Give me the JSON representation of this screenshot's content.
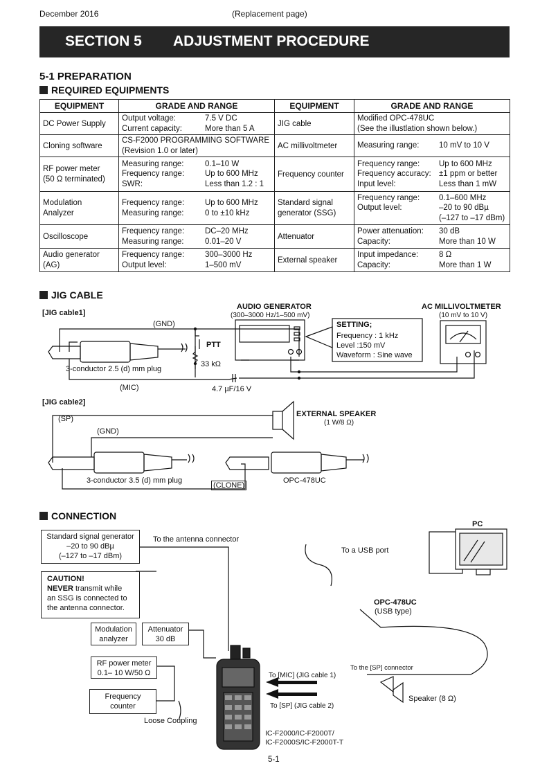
{
  "header": {
    "date": "December 2016",
    "note": "(Replacement page)"
  },
  "banner": {
    "section": "SECTION 5",
    "title": "ADJUSTMENT PROCEDURE"
  },
  "prep": {
    "title": "5-1 PREPARATION",
    "required": "REQUIRED EQUIPMENTS"
  },
  "table": {
    "headers": [
      "EQUIPMENT",
      "GRADE AND RANGE",
      "EQUIPMENT",
      "GRADE AND RANGE"
    ],
    "r1": {
      "eq1": "DC Power Supply",
      "g1": [
        [
          "Output voltage:",
          "7.5 V DC"
        ],
        [
          "Current capacity:",
          "More than 5 A"
        ]
      ],
      "eq2": "JIG cable",
      "g2": [
        "Modified OPC-478UC",
        "(See the illustlation shown below.)"
      ]
    },
    "r2": {
      "eq1": "Cloning software",
      "g1": [
        "CS-F2000 PROGRAMMING SOFTWARE",
        "(Revision 1.0 or later)"
      ],
      "eq2": "AC millivoltmeter",
      "g2": [
        [
          "Measuring range:",
          "10 mV to 10 V"
        ]
      ]
    },
    "r3": {
      "eq1": [
        "RF power meter",
        "(50 Ω terminated)"
      ],
      "g1": [
        [
          "Measuring range:",
          "0.1–10 W"
        ],
        [
          "Frequency range:",
          "Up to 600 MHz"
        ],
        [
          "SWR:",
          "Less than 1.2 : 1"
        ]
      ],
      "eq2": "Frequency counter",
      "g2": [
        [
          "Frequency range:",
          "Up to 600 MHz"
        ],
        [
          "Frequency accuracy:",
          "±1 ppm or better"
        ],
        [
          "Input level:",
          "Less than 1 mW"
        ]
      ]
    },
    "r4": {
      "eq1": [
        "Modulation",
        "Analyzer"
      ],
      "g1": [
        [
          "Frequency range:",
          "Up to 600 MHz"
        ],
        [
          "Measuring range:",
          "0 to ±10 kHz"
        ]
      ],
      "eq2": [
        "Standard signal",
        "generator (SSG)"
      ],
      "g2": [
        [
          "Frequency range:",
          "0.1–600 MHz"
        ],
        [
          "Output level:",
          "–20 to 90 dBµ"
        ],
        [
          "",
          "(–127 to –17 dBm)"
        ]
      ]
    },
    "r5": {
      "eq1": "Oscilloscope",
      "g1": [
        [
          "Frequency range:",
          "DC–20 MHz"
        ],
        [
          "Measuring range:",
          "0.01–20 V"
        ]
      ],
      "eq2": "Attenuator",
      "g2": [
        [
          "Power attenuation:",
          "30 dB"
        ],
        [
          "Capacity:",
          "More than 10 W"
        ]
      ]
    },
    "r6": {
      "eq1": [
        "Audio generator",
        "(AG)"
      ],
      "g1": [
        [
          "Frequency range:",
          "300–3000 Hz"
        ],
        [
          "Output level:",
          "1–500 mV"
        ]
      ],
      "eq2": "External speaker",
      "g2": [
        [
          "Input impedance:",
          "8 Ω"
        ],
        [
          "Capacity:",
          "More than 1 W"
        ]
      ]
    }
  },
  "jig": {
    "title": "JIG CABLE",
    "cable1": "[JIG cable1]",
    "audio_gen": "AUDIO GENERATOR",
    "audio_gen_range": "(300–3000 Hz/1–500 mV)",
    "ac_mv": "AC MILLIVOLTMETER",
    "ac_mv_range": "(10 mV to 10 V)",
    "gnd": "(GND)",
    "ptt": "PTT",
    "resistor": "33 kΩ",
    "plug1": "3-conductor 2.5 (d) mm  plug",
    "mic": "(MIC)",
    "cap": "4.7 µF/16 V",
    "setting_title": "SETTING;",
    "setting_lines": [
      "Frequency : 1 kHz",
      "Level       :150 mV",
      "Waveform : Sine wave"
    ],
    "cable2": "[JIG cable2]",
    "sp": "(SP)",
    "gnd2": "(GND)",
    "ext_speaker": "EXTERNAL SPEAKER",
    "ext_speaker_rating": "(1 W/8 Ω)",
    "plug2": "3-conductor 3.5 (d) mm plug",
    "clone": "(CLONE)",
    "opc": "OPC-478UC"
  },
  "conn": {
    "title": "CONNECTION",
    "ssg": [
      "Standard signal generator",
      "–20 to 90 dBµ",
      "(–127 to –17 dBm)"
    ],
    "to_antenna": "To the antenna connector",
    "caution_title": "CAUTION!",
    "caution_lines": [
      "transmit while",
      "an SSG is connected to",
      "the antenna connector."
    ],
    "caution_never": "NEVER",
    "mod": [
      "Modulation",
      "analyzer"
    ],
    "att": [
      "Attenuator",
      "30 dB"
    ],
    "rfpm": [
      "RF power meter",
      "0.1– 10 W/50 Ω"
    ],
    "fc": [
      "Frequency",
      "counter"
    ],
    "loose": "Loose Coupling",
    "pc": "PC",
    "usb": "To a USB port",
    "opc": "OPC-478UC",
    "usb_type": "(USB type)",
    "to_sp_conn": "To the [SP] connector",
    "to_mic": "To [MIC] (JIG cable 1)",
    "to_sp": "To [SP] (JIG cable 2)",
    "speaker": "Speaker (8 Ω)",
    "radio": [
      "IC-F2000/IC-F2000T/",
      "IC-F2000S/IC-F2000T-T"
    ]
  },
  "footer": {
    "page": "5-1"
  }
}
